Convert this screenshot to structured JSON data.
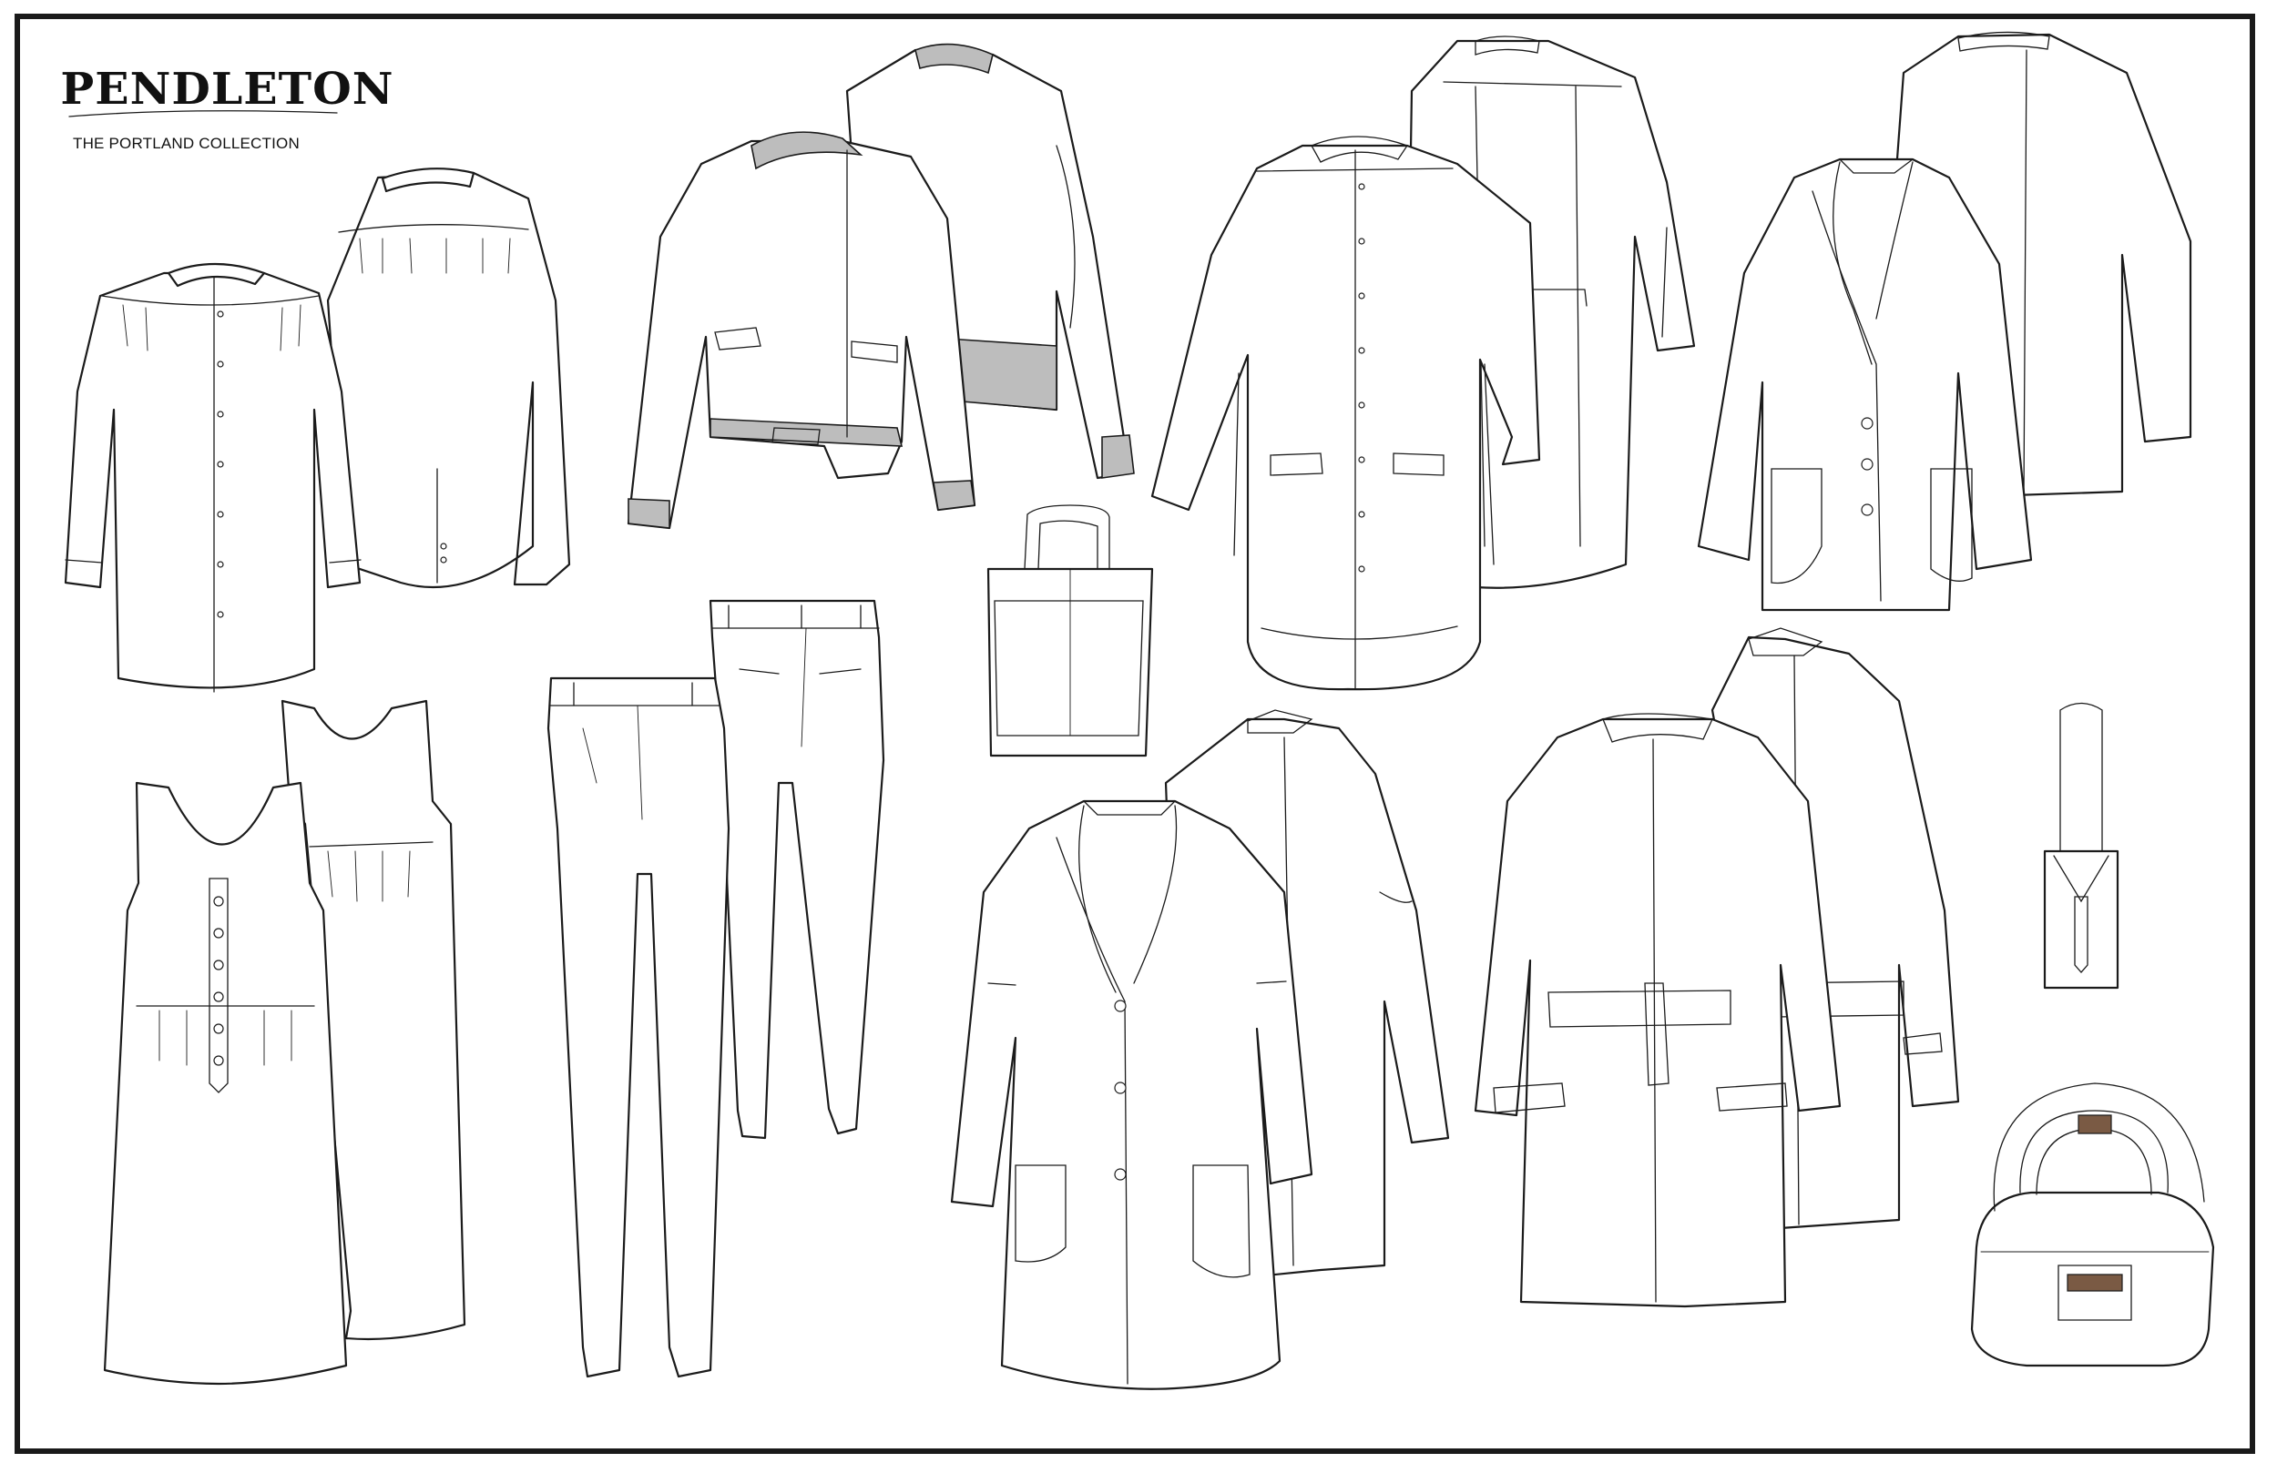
{
  "brand": {
    "logo_text": "PENDLETON",
    "collection_title": "THE PORTLAND COLLECTION"
  },
  "items": [
    {
      "name": "shirt-front"
    },
    {
      "name": "shirt-back"
    },
    {
      "name": "moto-jacket-front"
    },
    {
      "name": "moto-jacket-back"
    },
    {
      "name": "shirt-dress-front"
    },
    {
      "name": "shirt-dress-back"
    },
    {
      "name": "shawl-blazer-front"
    },
    {
      "name": "shawl-blazer-back"
    },
    {
      "name": "tank-dress-front"
    },
    {
      "name": "tank-dress-back"
    },
    {
      "name": "trouser-front"
    },
    {
      "name": "trouser-back"
    },
    {
      "name": "tote-bag"
    },
    {
      "name": "long-coat-front"
    },
    {
      "name": "long-coat-back"
    },
    {
      "name": "belted-trench-front"
    },
    {
      "name": "belted-trench-back"
    },
    {
      "name": "crossbody-bag"
    },
    {
      "name": "duffel-bag"
    }
  ],
  "colors": {
    "outline": "#1b1b1b",
    "rib": "#bdbdbd",
    "leather": "#7a5a44",
    "paper": "#ffffff"
  }
}
